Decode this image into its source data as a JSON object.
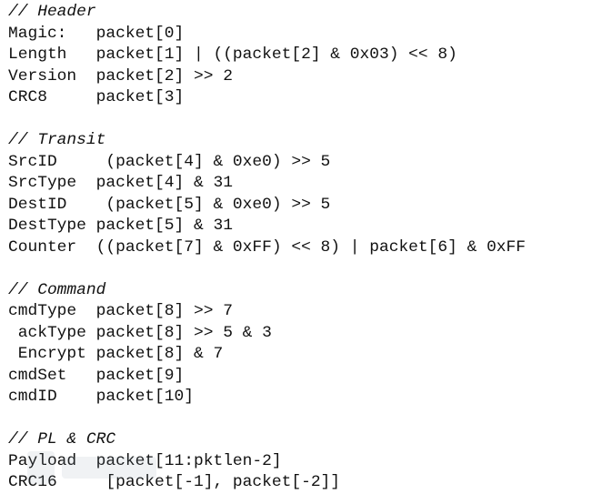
{
  "sections": [
    {
      "comment": "// Header",
      "lines": [
        "Magic:   packet[0]",
        "Length   packet[1] | ((packet[2] & 0x03) << 8)",
        "Version  packet[2] >> 2",
        "CRC8     packet[3]"
      ]
    },
    {
      "comment": "// Transit",
      "lines": [
        "SrcID     (packet[4] & 0xe0) >> 5",
        "SrcType  packet[4] & 31",
        "DestID    (packet[5] & 0xe0) >> 5",
        "DestType packet[5] & 31",
        "Counter  ((packet[7] & 0xFF) << 8) | packet[6] & 0xFF"
      ]
    },
    {
      "comment": "// Command",
      "lines": [
        "cmdType  packet[8] >> 7",
        " ackType packet[8] >> 5 & 3",
        " Encrypt packet[8] & 7",
        "cmdSet   packet[9]",
        "cmdID    packet[10]"
      ]
    },
    {
      "comment": "// PL & CRC",
      "lines": [
        "Payload  packet[11:pktlen-2]",
        "CRC16     [packet[-1], packet[-2]]"
      ]
    }
  ],
  "colors": {
    "text": "#111111",
    "background": "#ffffff"
  }
}
